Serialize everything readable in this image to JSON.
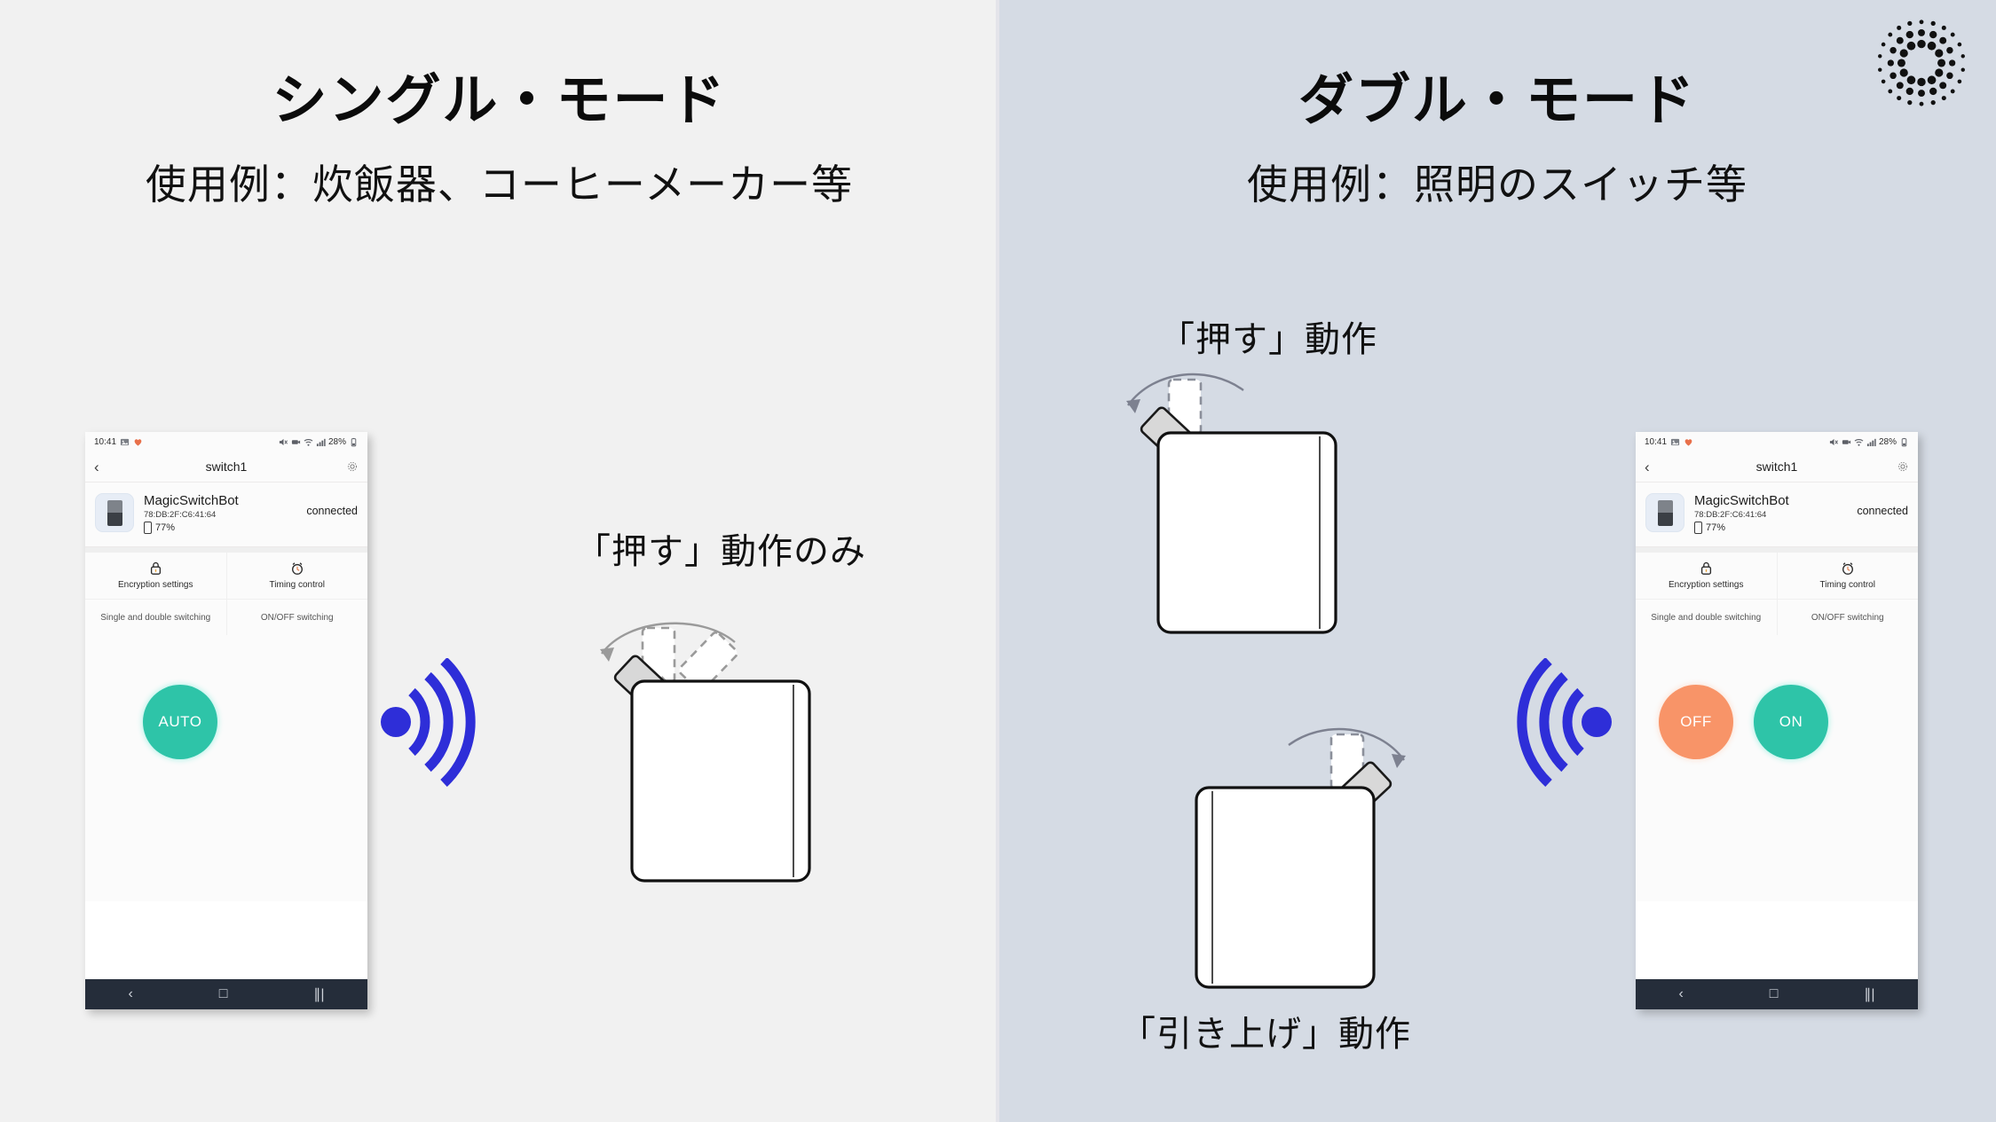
{
  "colors": {
    "panel_left_bg": "#f1f1f1",
    "panel_right_bg": "#d5dbe4",
    "signal_blue": "#2e2ed8",
    "teal": "#2ec4a8",
    "salmon": "#f89468",
    "navbar": "#252d3a"
  },
  "logo": {
    "name": "halftone-ring-logo"
  },
  "left_panel": {
    "title": "シングル・モード",
    "subtitle": "使用例：炊飯器、コーヒーメーカー等",
    "annotation": "「押す」動作のみ"
  },
  "right_panel": {
    "title": "ダブル・モード",
    "subtitle": "使用例：照明のスイッチ等",
    "annotation_top": "「押す」動作",
    "annotation_bottom": "「引き上げ」動作"
  },
  "phone": {
    "status_bar": {
      "time": "10:41",
      "battery_percent": "28%",
      "icons_left": [
        "image-icon",
        "heart-icon"
      ],
      "icons_right": [
        "mute-icon",
        "camera-icon",
        "wifi-icon",
        "cellular-icon",
        "battery-icon"
      ]
    },
    "app_bar": {
      "back_icon": "chevron-left-icon",
      "title": "switch1",
      "settings_icon": "gear-icon"
    },
    "device": {
      "thumb": "switchbot-device-icon",
      "name": "MagicSwitchBot",
      "mac": "78:DB:2F:C6:41:64",
      "battery": "77%",
      "status": "connected"
    },
    "tiles": [
      {
        "label": "Encryption settings",
        "icon": "lock-icon"
      },
      {
        "label": "Timing control",
        "icon": "alarm-clock-icon"
      },
      {
        "label": "Single and double switching",
        "icon": ""
      },
      {
        "label": "ON/OFF switching",
        "icon": ""
      }
    ],
    "nav_bar": {
      "back": "back-icon",
      "home": "home-icon",
      "recents": "recents-icon"
    }
  },
  "buttons": {
    "auto": "AUTO",
    "off": "OFF",
    "on": "ON"
  }
}
